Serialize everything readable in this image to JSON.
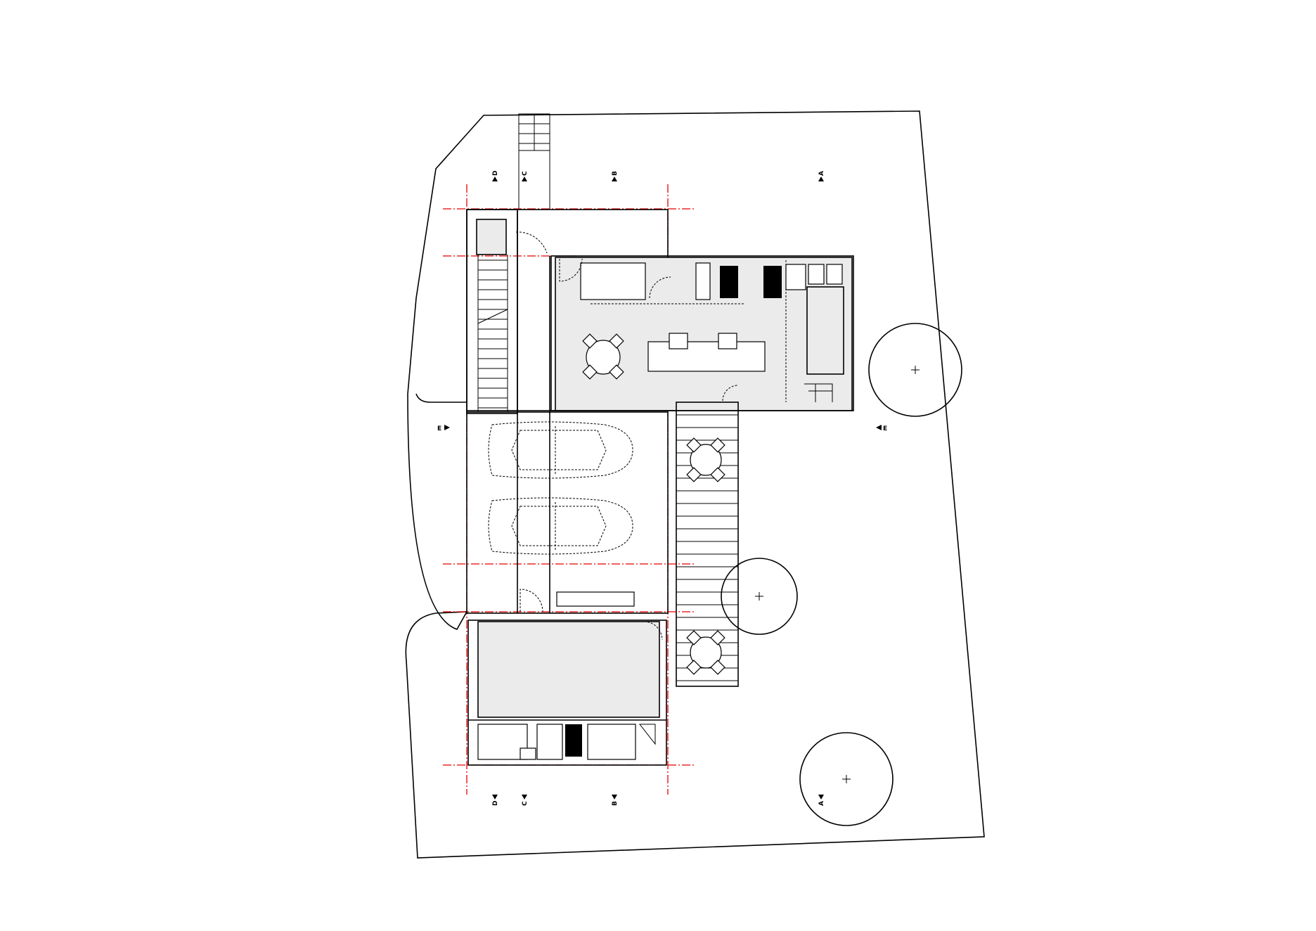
{
  "section_markers": {
    "top": [
      "D",
      "C",
      "B",
      "A"
    ],
    "side": [
      "E",
      "E"
    ],
    "bottom": [
      "D",
      "C",
      "B",
      "A"
    ]
  },
  "colors": {
    "grid_lines": "#e60000",
    "room_fill": "#ebebeb",
    "lines": "#000000",
    "background": "#ffffff"
  },
  "icons": [
    "tree-icon",
    "car-icon",
    "table-with-chairs-icon",
    "stair-icon",
    "door-swing-icon",
    "fixture-icon"
  ]
}
